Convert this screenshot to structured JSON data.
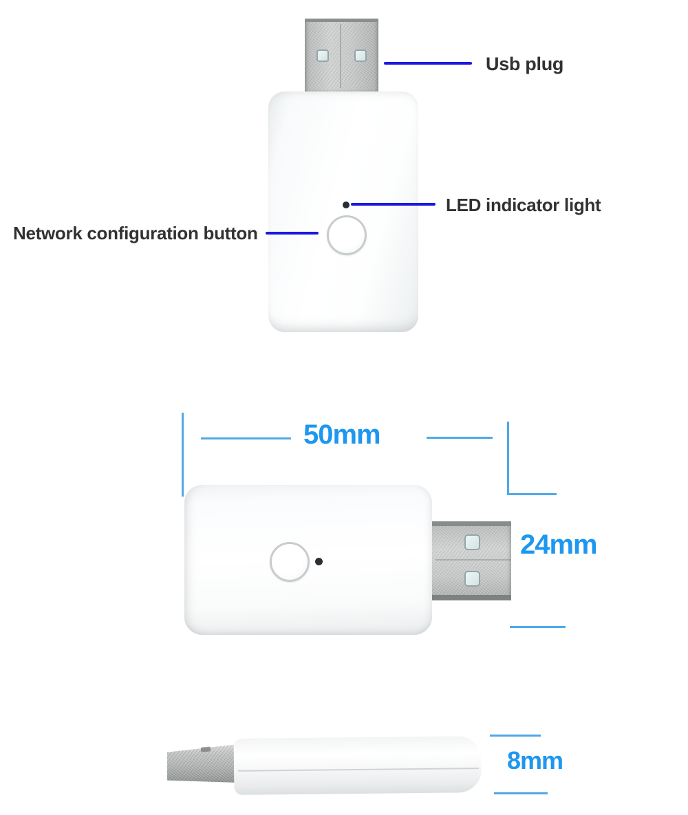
{
  "annotations": {
    "usb_plug": "Usb plug",
    "led_indicator": "LED indicator light",
    "network_button": "Network configuration button"
  },
  "dimensions": {
    "width": "50mm",
    "height": "24mm",
    "thickness": "8mm"
  },
  "colors": {
    "background": "#ffffff",
    "pointer_line": "#1b18e0",
    "dimension_line": "#4fa8e8",
    "dimension_text": "#1e97ef",
    "label_text": "#313131"
  }
}
